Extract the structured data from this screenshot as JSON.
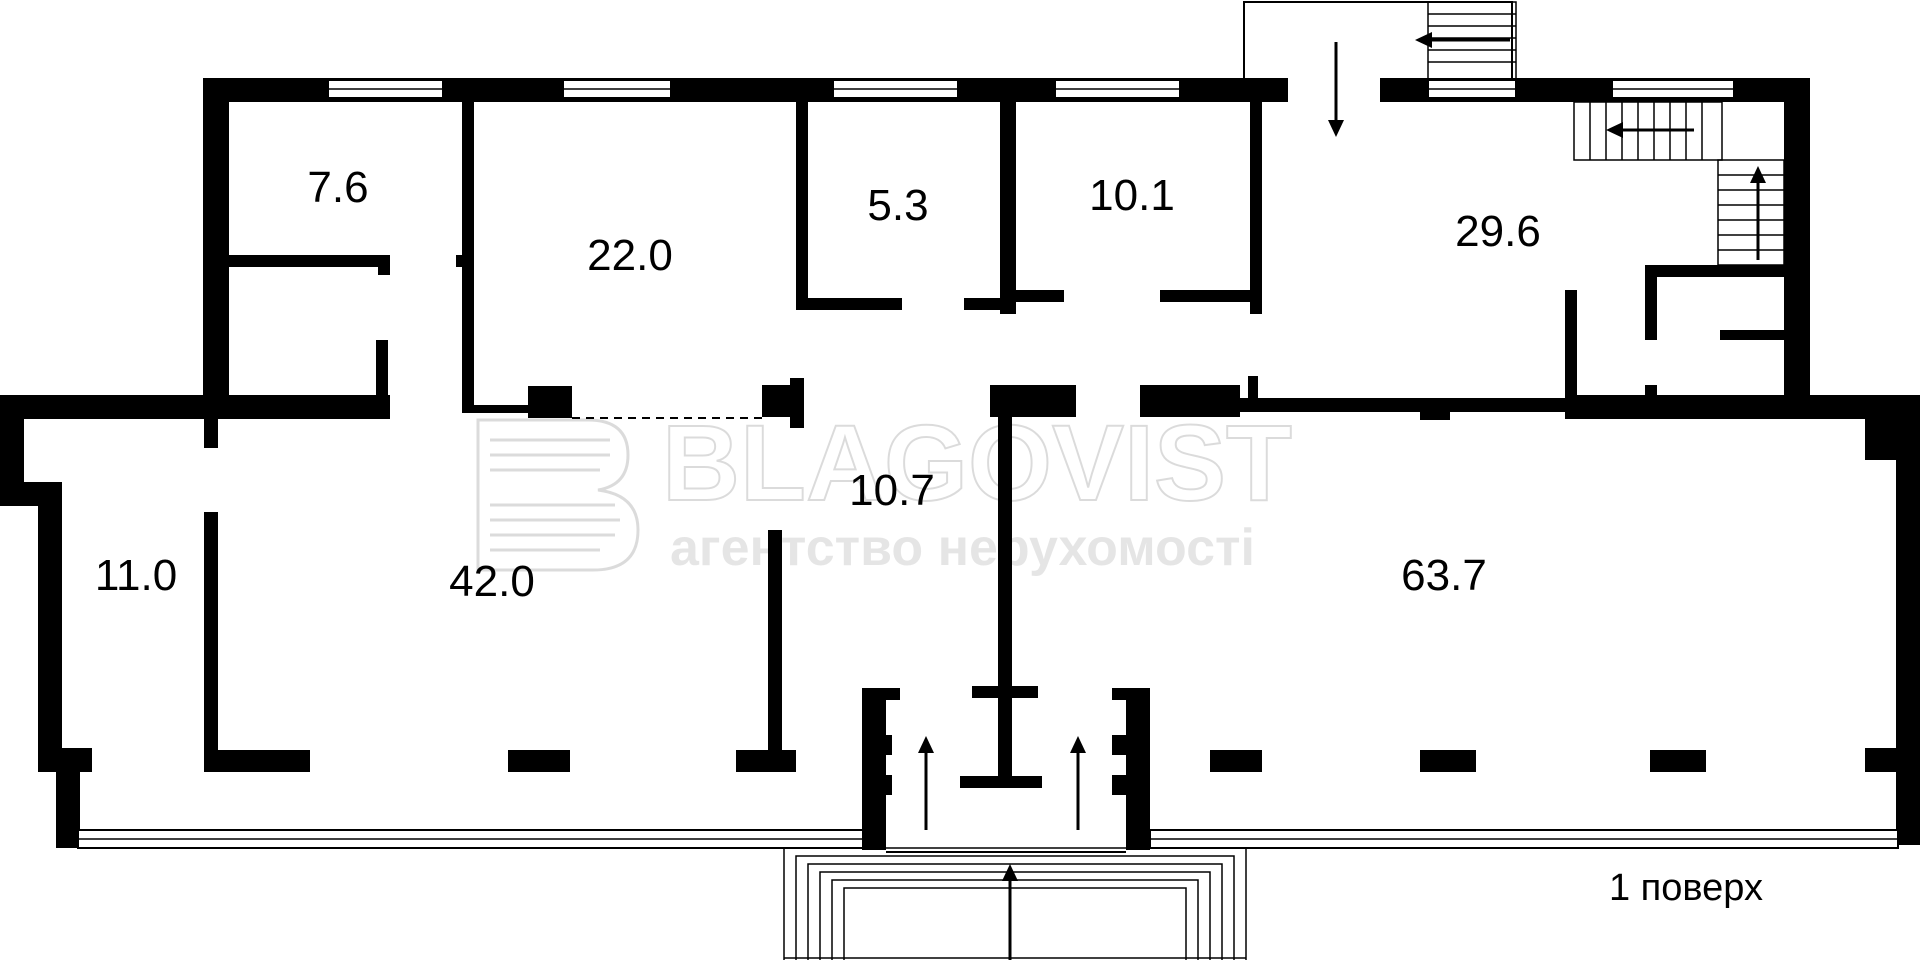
{
  "plan": {
    "floor_label": "1 поверх",
    "rooms": [
      {
        "area": "7.6"
      },
      {
        "area": "22.0"
      },
      {
        "area": "5.3"
      },
      {
        "area": "10.1"
      },
      {
        "area": "29.6"
      },
      {
        "area": "10.7"
      },
      {
        "area": "11.0"
      },
      {
        "area": "42.0"
      },
      {
        "area": "63.7"
      }
    ]
  },
  "watermark": {
    "brand": "BLAGOVIST",
    "tagline": "агентство нерухомості"
  }
}
